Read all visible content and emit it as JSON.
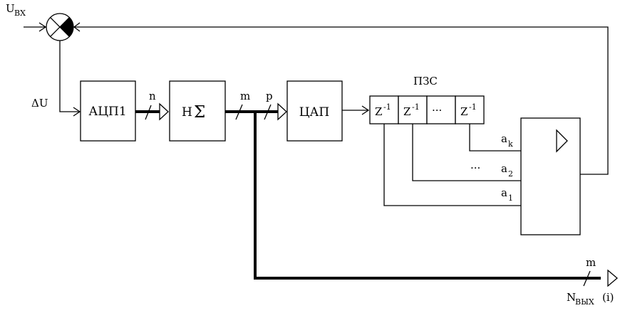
{
  "inputs": {
    "u_main": "U",
    "u_sub": "ВХ",
    "delta_u": "ΔU"
  },
  "blocks": {
    "adc": "АЦП1",
    "integrator_h": "Н",
    "integrator_sigma": "Σ",
    "dac": "ЦАП",
    "register_title": "ПЗС",
    "register_cells": [
      {
        "base": "Z",
        "exp": "-1"
      },
      {
        "base": "Z",
        "exp": "-1"
      },
      {
        "base": "···",
        "exp": ""
      },
      {
        "base": "Z",
        "exp": "-1"
      }
    ]
  },
  "bus_widths": {
    "adc_out": "n",
    "sum_out": "m",
    "dac_in": "p",
    "output": "m"
  },
  "amplifier_inputs": [
    {
      "base": "a",
      "sub": "k"
    },
    {
      "base": "a",
      "sub": "2"
    },
    {
      "base": "a",
      "sub": "1"
    }
  ],
  "amplifier_dots": "···",
  "output": {
    "main": "N",
    "sub": "ВЫХ",
    "suffix": "(i)"
  }
}
